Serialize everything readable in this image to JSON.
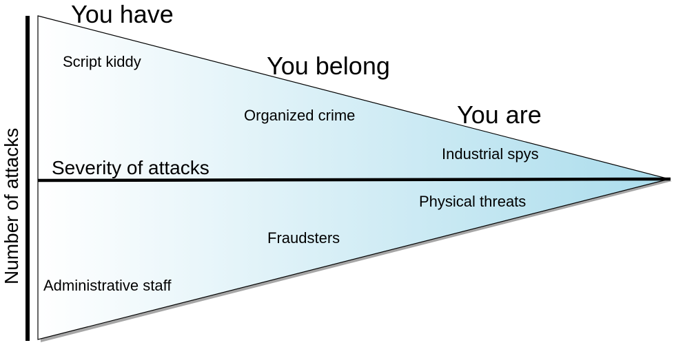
{
  "headings": [
    "You have",
    "You belong",
    "You are"
  ],
  "axes": {
    "vertical": "Number of attacks",
    "horizontal": "Severity of attacks"
  },
  "upper_labels": [
    "Script kiddy",
    "Organized crime",
    "Industrial spys"
  ],
  "lower_labels": [
    "Physical threats",
    "Fraudsters",
    "Administrative staff"
  ],
  "colors": {
    "gradient_start": "#ffffff",
    "gradient_end": "#aadcec"
  }
}
